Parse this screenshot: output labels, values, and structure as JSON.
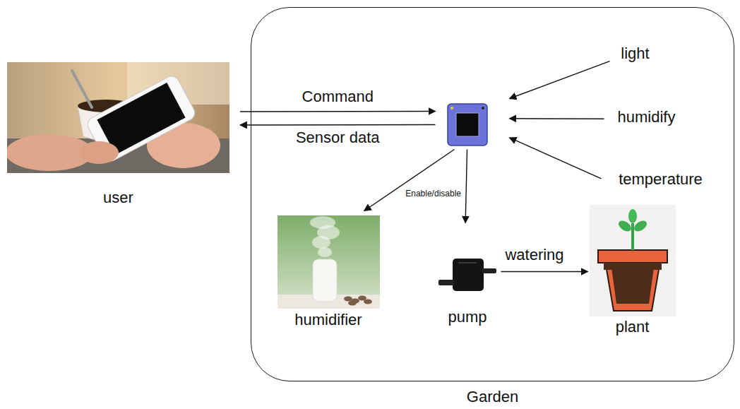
{
  "diagram": {
    "nodes": [
      {
        "text": [
          "user"
        ]
      },
      {
        "text": [
          "Garden"
        ]
      },
      {
        "text": [
          "light"
        ],
        "in": 1
      },
      {
        "text": [],
        "in": 1
      },
      {
        "text": [
          "humidify"
        ],
        "in": 1
      },
      {
        "text": [
          "temperature"
        ],
        "in": 1
      },
      {
        "text": [
          "humidifier"
        ],
        "in": 1
      },
      {
        "text": [
          "pump"
        ],
        "in": 1
      },
      {
        "text": [
          "plant"
        ],
        "in": 1
      }
    ],
    "edges": [
      {
        "from": 0,
        "to": 3,
        "label": "Command",
        "arrow": "to"
      },
      {
        "from": 3,
        "to": 0,
        "label": "Sensor data",
        "arrow": "to"
      },
      {
        "from": 2,
        "to": 3,
        "arrow": "to"
      },
      {
        "from": 4,
        "to": 3,
        "arrow": "to"
      },
      {
        "from": 5,
        "to": 3,
        "arrow": "to"
      },
      {
        "from": 3,
        "to": 6,
        "label": "Enable/disable",
        "arrow": "to"
      },
      {
        "from": 3,
        "to": 7,
        "arrow": "to"
      },
      {
        "from": 7,
        "to": 8,
        "label": "watering",
        "arrow": "to"
      }
    ]
  }
}
